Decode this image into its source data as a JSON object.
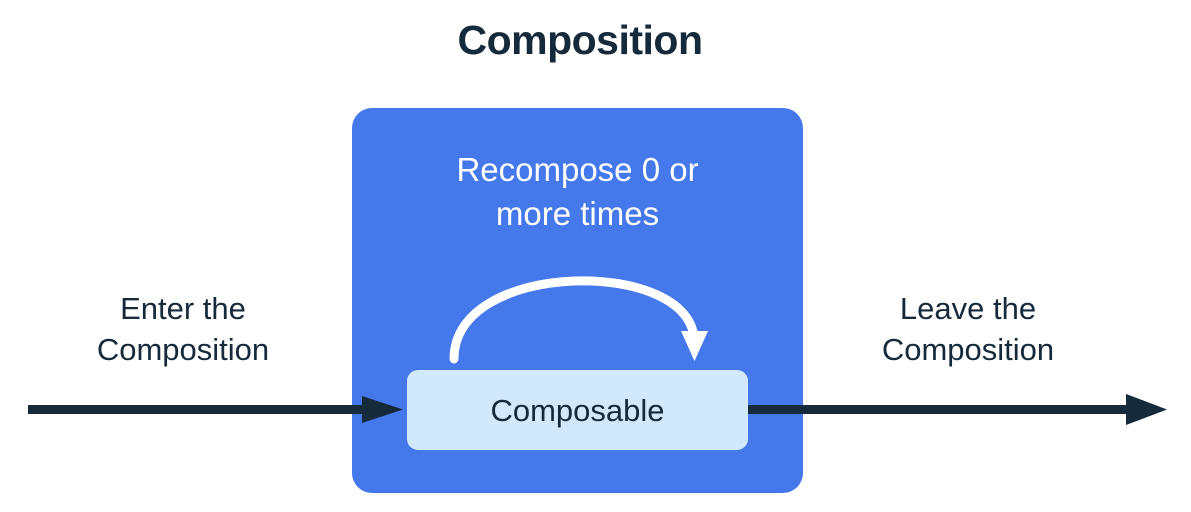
{
  "title": "Composition",
  "colors": {
    "background": "#ffffff",
    "composition_box": "#4478eb",
    "composable_box": "#d2e9fb",
    "text_dark": "#152a3a",
    "text_light": "#ffffff",
    "arrow_dark": "#152a3a",
    "arrow_light": "#ffffff"
  },
  "composition": {
    "recompose_caption_line1": "Recompose 0 or",
    "recompose_caption_line2": "more times",
    "composable_label": "Composable",
    "recompose_arrow_icon": "curved-loop-arrow-icon"
  },
  "enter": {
    "line1": "Enter the",
    "line2": "Composition",
    "arrow_icon": "arrow-right-icon"
  },
  "leave": {
    "line1": "Leave the",
    "line2": "Composition",
    "arrow_icon": "arrow-right-icon"
  }
}
